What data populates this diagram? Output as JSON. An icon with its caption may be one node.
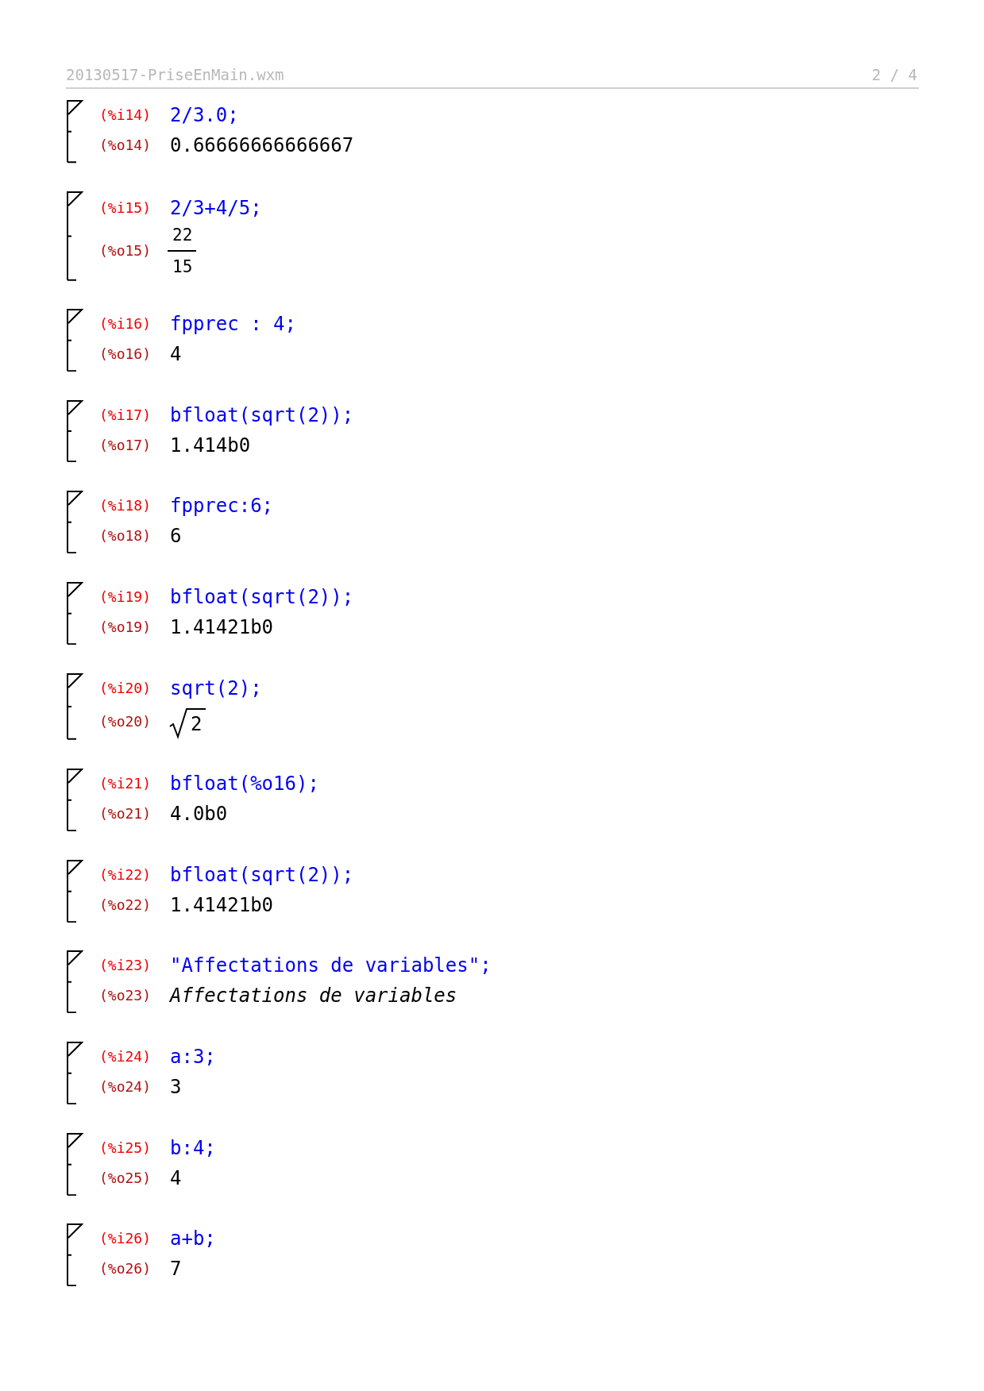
{
  "diagram": {
    "nodes": [
      {
        "text": [
          "(%i14)",
          "2/3.0;",
          "(%o14)",
          "0.66666666666667"
        ]
      },
      {
        "text": [
          "(%i15)",
          "2/3+4/5;",
          "(%o15)",
          "22",
          "15"
        ]
      },
      {
        "text": [
          "(%i16)",
          "fpprec : 4;",
          "(%o16)",
          "4"
        ]
      },
      {
        "text": [
          "(%i17)",
          "bfloat(sqrt(2));",
          "(%o17)",
          "1.414b0"
        ]
      },
      {
        "text": [
          "(%i18)",
          "fpprec:6;",
          "(%o18)",
          "6"
        ]
      },
      {
        "text": [
          "(%i19)",
          "bfloat(sqrt(2));",
          "(%o19)",
          "1.41421b0"
        ]
      },
      {
        "text": [
          "(%i20)",
          "sqrt(2);",
          "(%o20)",
          "2"
        ]
      },
      {
        "text": [
          "(%i21)",
          "bfloat(%o16);",
          "(%o21)",
          "4.0b0"
        ]
      },
      {
        "text": [
          "(%i22)",
          "bfloat(sqrt(2));",
          "(%o22)",
          "1.41421b0"
        ]
      },
      {
        "text": [
          "(%i23)",
          "\"Affectations de variables\";",
          "(%o23)",
          "Affectations de variables"
        ]
      },
      {
        "text": [
          "(%i24)",
          "a:3;",
          "(%o24)",
          "3"
        ]
      },
      {
        "text": [
          "(%i25)",
          "b:4;",
          "(%o25)",
          "4"
        ]
      },
      {
        "text": [
          "(%i26)",
          "a+b;",
          "(%o26)",
          "7"
        ]
      }
    ],
    "labels": [
      "20130517-PriseEnMain.wxm",
      "2 / 4"
    ]
  }
}
